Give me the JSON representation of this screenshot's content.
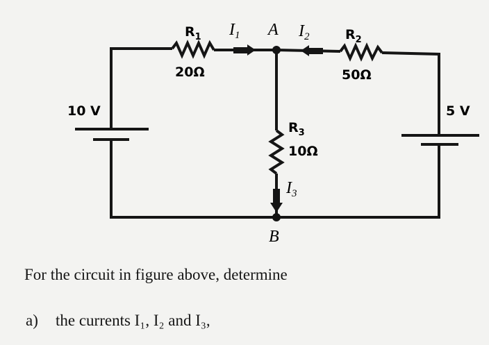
{
  "circuit": {
    "r1": {
      "name": "R",
      "sub": "1",
      "value": "20Ω"
    },
    "r2": {
      "name": "R",
      "sub": "2",
      "value": "50Ω"
    },
    "r3": {
      "name": "R",
      "sub": "3",
      "value": "10Ω"
    },
    "i1": {
      "name": "I",
      "sub": "1"
    },
    "i2": {
      "name": "I",
      "sub": "2"
    },
    "i3": {
      "name": "I",
      "sub": "3"
    },
    "node_a": "A",
    "node_b": "B",
    "v_left": "10 V",
    "v_right": "5 V"
  },
  "question": {
    "prompt": "For the circuit in figure above, determine",
    "part_a_label": "a)",
    "part_a_text": "the currents I₁, I₂ and I₃,"
  }
}
